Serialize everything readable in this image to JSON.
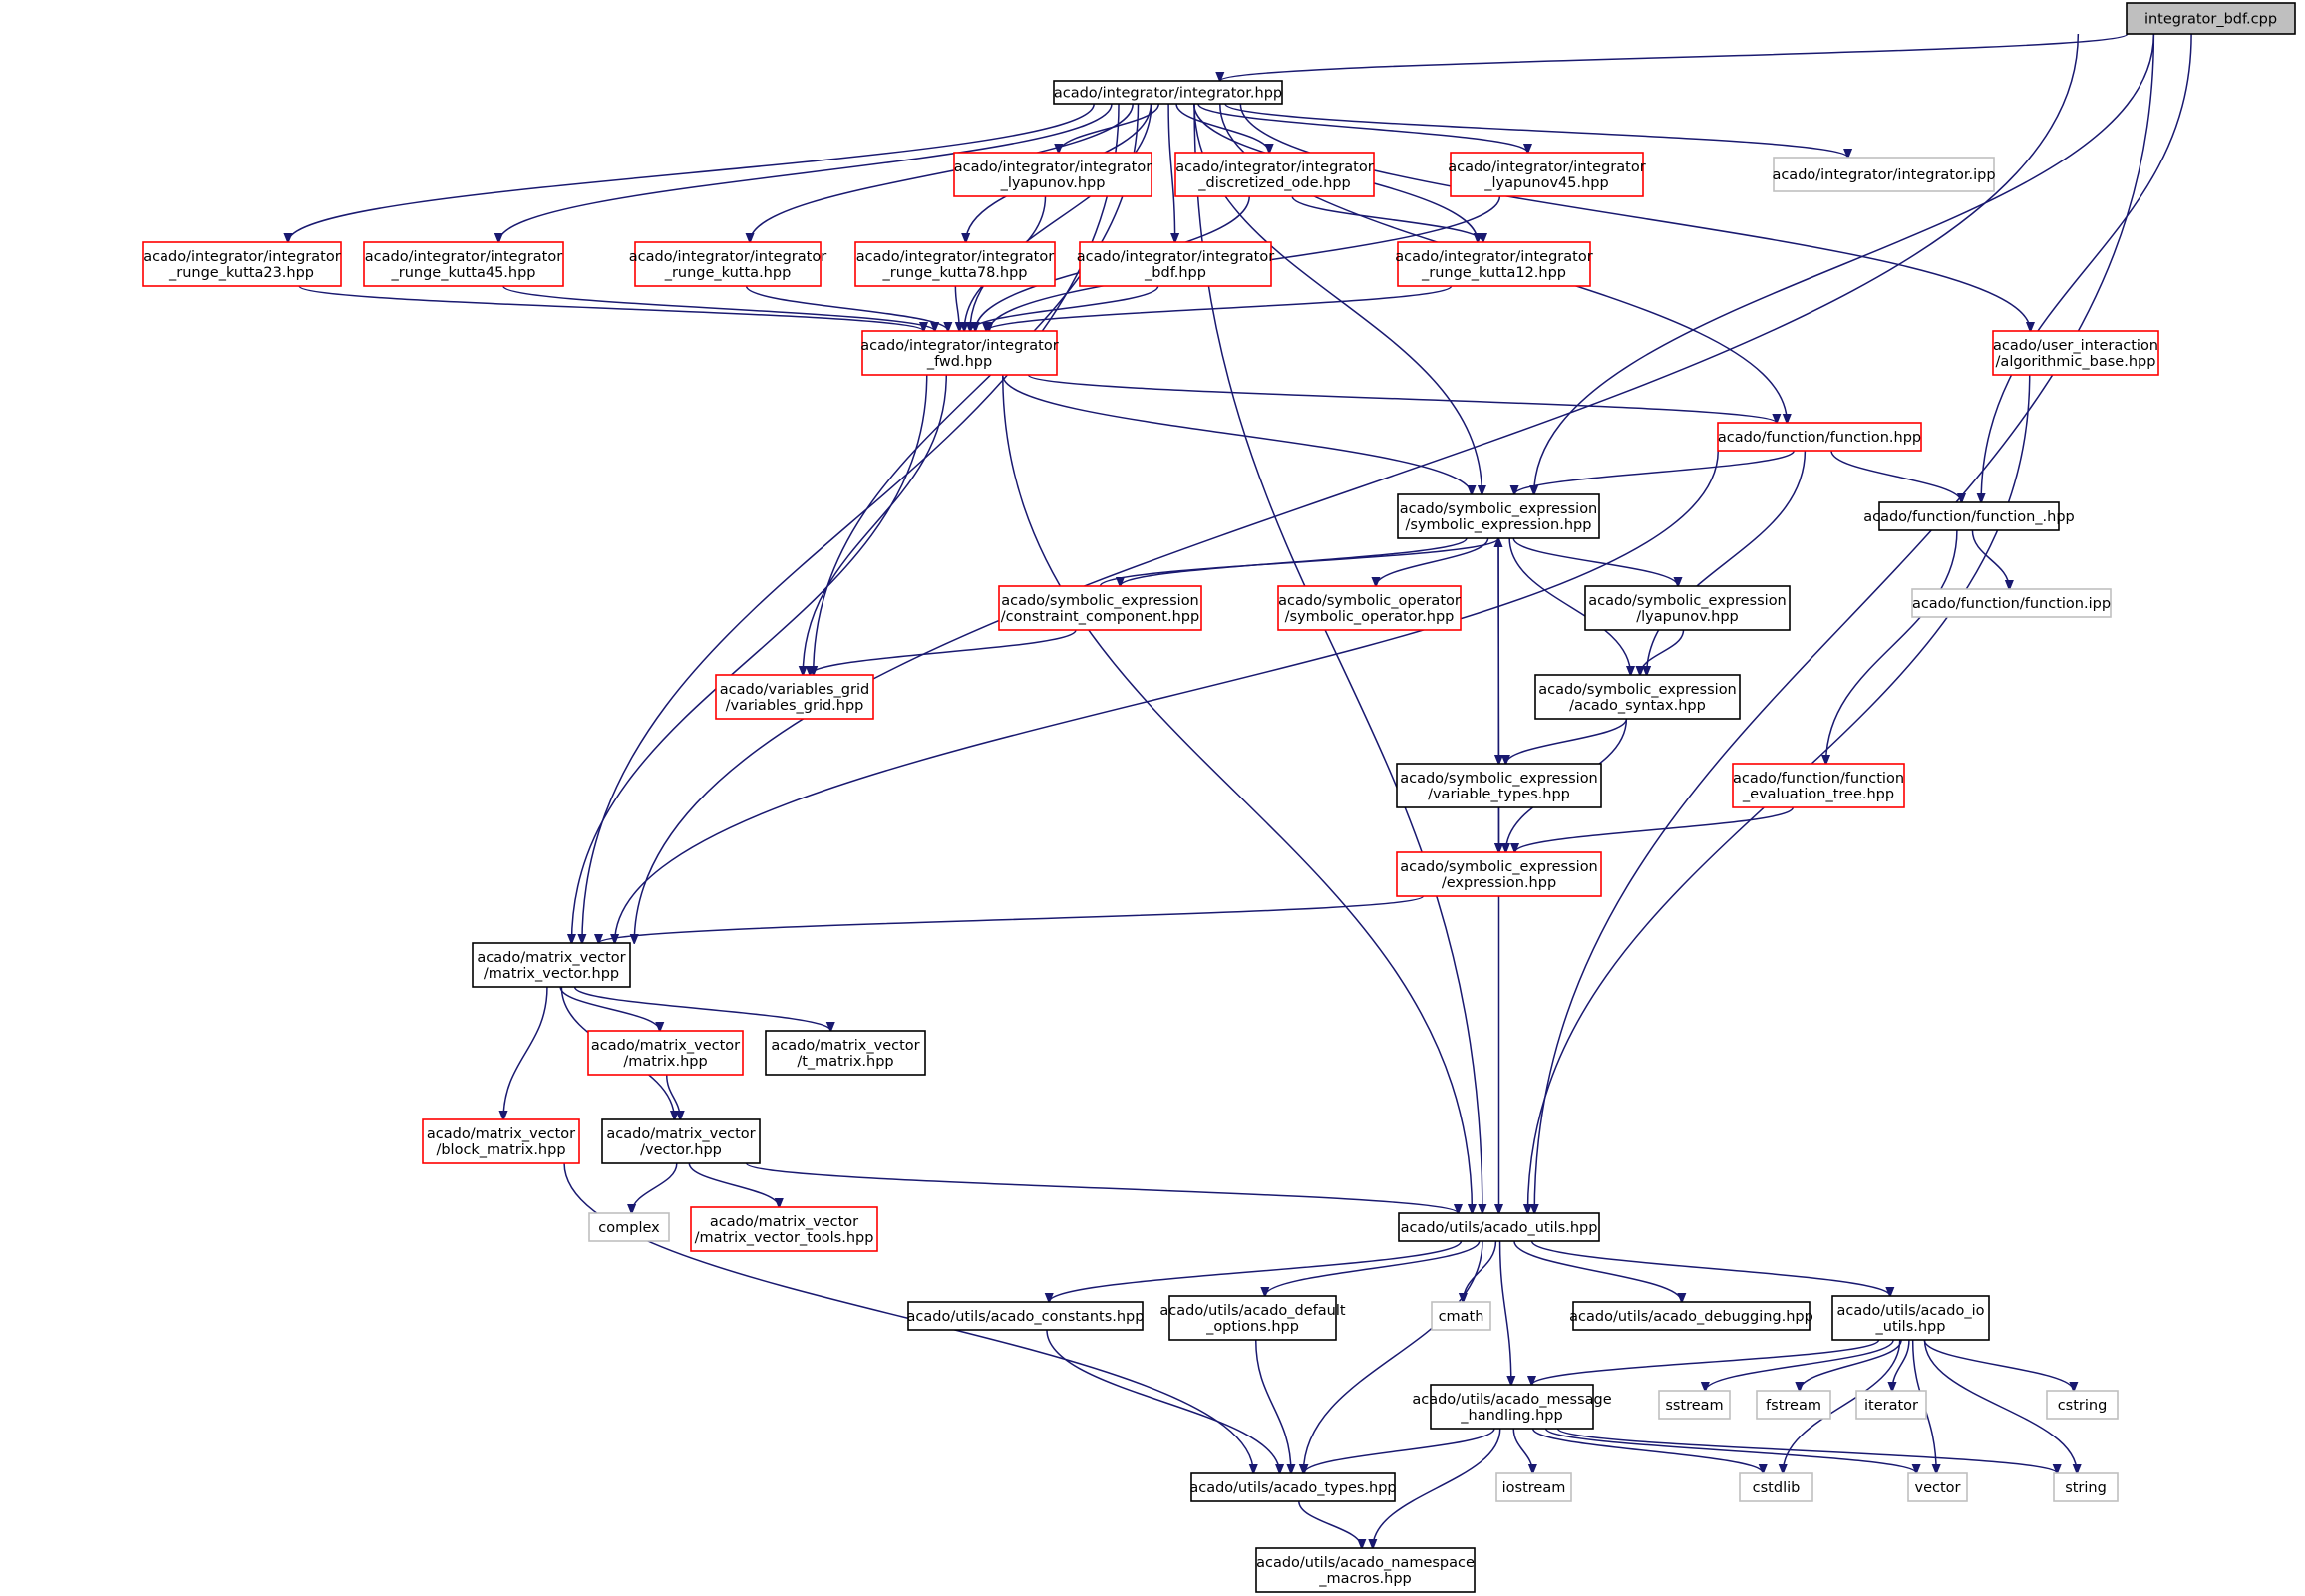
{
  "diagram": {
    "type": "include-dependency-graph",
    "colors": {
      "edge": "#191970",
      "border_default": "#000000",
      "border_incomplete": "#ff0000",
      "border_external": "#bfbfbf",
      "root_fill": "#bfbfbf"
    },
    "nodes": [
      {
        "id": "root",
        "lines": [
          "integrator_bdf.cpp"
        ],
        "style": "root"
      },
      {
        "id": "integ",
        "lines": [
          "acado/integrator/integrator.hpp"
        ],
        "style": "default"
      },
      {
        "id": "rk23",
        "lines": [
          "acado/integrator/integrator",
          "_runge_kutta23.hpp"
        ],
        "style": "incomplete"
      },
      {
        "id": "rk45",
        "lines": [
          "acado/integrator/integrator",
          "_runge_kutta45.hpp"
        ],
        "style": "incomplete"
      },
      {
        "id": "rk",
        "lines": [
          "acado/integrator/integrator",
          "_runge_kutta.hpp"
        ],
        "style": "incomplete"
      },
      {
        "id": "lyap",
        "lines": [
          "acado/integrator/integrator",
          "_lyapunov.hpp"
        ],
        "style": "incomplete"
      },
      {
        "id": "rk78",
        "lines": [
          "acado/integrator/integrator",
          "_runge_kutta78.hpp"
        ],
        "style": "incomplete"
      },
      {
        "id": "disc",
        "lines": [
          "acado/integrator/integrator",
          "_discretized_ode.hpp"
        ],
        "style": "incomplete"
      },
      {
        "id": "bdf",
        "lines": [
          "acado/integrator/integrator",
          "_bdf.hpp"
        ],
        "style": "incomplete"
      },
      {
        "id": "lyap45",
        "lines": [
          "acado/integrator/integrator",
          "_lyapunov45.hpp"
        ],
        "style": "incomplete"
      },
      {
        "id": "rk12",
        "lines": [
          "acado/integrator/integrator",
          "_runge_kutta12.hpp"
        ],
        "style": "incomplete"
      },
      {
        "id": "ipp",
        "lines": [
          "acado/integrator/integrator.ipp"
        ],
        "style": "external"
      },
      {
        "id": "ui",
        "lines": [
          "acado/user_interaction",
          "/algorithmic_base.hpp"
        ],
        "style": "incomplete"
      },
      {
        "id": "fwd",
        "lines": [
          "acado/integrator/integrator",
          "_fwd.hpp"
        ],
        "style": "incomplete"
      },
      {
        "id": "func",
        "lines": [
          "acado/function/function.hpp"
        ],
        "style": "incomplete"
      },
      {
        "id": "symexp",
        "lines": [
          "acado/symbolic_expression",
          "/symbolic_expression.hpp"
        ],
        "style": "default"
      },
      {
        "id": "func_",
        "lines": [
          "acado/function/function_.hpp"
        ],
        "style": "default"
      },
      {
        "id": "funcipp",
        "lines": [
          "acado/function/function.ipp"
        ],
        "style": "external"
      },
      {
        "id": "cc",
        "lines": [
          "acado/symbolic_expression",
          "/constraint_component.hpp"
        ],
        "style": "incomplete"
      },
      {
        "id": "symop",
        "lines": [
          "acado/symbolic_operator",
          "/symbolic_operator.hpp"
        ],
        "style": "incomplete"
      },
      {
        "id": "lyapunov",
        "lines": [
          "acado/symbolic_expression",
          "/lyapunov.hpp"
        ],
        "style": "default"
      },
      {
        "id": "vg",
        "lines": [
          "acado/variables_grid",
          "/variables_grid.hpp"
        ],
        "style": "incomplete"
      },
      {
        "id": "syntax",
        "lines": [
          "acado/symbolic_expression",
          "/acado_syntax.hpp"
        ],
        "style": "default"
      },
      {
        "id": "vt",
        "lines": [
          "acado/symbolic_expression",
          "/variable_types.hpp"
        ],
        "style": "default"
      },
      {
        "id": "fet",
        "lines": [
          "acado/function/function",
          "_evaluation_tree.hpp"
        ],
        "style": "incomplete"
      },
      {
        "id": "expr",
        "lines": [
          "acado/symbolic_expression",
          "/expression.hpp"
        ],
        "style": "incomplete"
      },
      {
        "id": "mv",
        "lines": [
          "acado/matrix_vector",
          "/matrix_vector.hpp"
        ],
        "style": "default"
      },
      {
        "id": "matrix",
        "lines": [
          "acado/matrix_vector",
          "/matrix.hpp"
        ],
        "style": "incomplete"
      },
      {
        "id": "tmatrix",
        "lines": [
          "acado/matrix_vector",
          "/t_matrix.hpp"
        ],
        "style": "default"
      },
      {
        "id": "block",
        "lines": [
          "acado/matrix_vector",
          "/block_matrix.hpp"
        ],
        "style": "incomplete"
      },
      {
        "id": "vector",
        "lines": [
          "acado/matrix_vector",
          "/vector.hpp"
        ],
        "style": "default"
      },
      {
        "id": "complex",
        "lines": [
          "complex"
        ],
        "style": "external"
      },
      {
        "id": "mvtools",
        "lines": [
          "acado/matrix_vector",
          "/matrix_vector_tools.hpp"
        ],
        "style": "incomplete"
      },
      {
        "id": "utils",
        "lines": [
          "acado/utils/acado_utils.hpp"
        ],
        "style": "default"
      },
      {
        "id": "consts",
        "lines": [
          "acado/utils/acado_constants.hpp"
        ],
        "style": "default"
      },
      {
        "id": "defopt",
        "lines": [
          "acado/utils/acado_default",
          "_options.hpp"
        ],
        "style": "default"
      },
      {
        "id": "cmath",
        "lines": [
          "cmath"
        ],
        "style": "external"
      },
      {
        "id": "debug",
        "lines": [
          "acado/utils/acado_debugging.hpp"
        ],
        "style": "default"
      },
      {
        "id": "io",
        "lines": [
          "acado/utils/acado_io",
          "_utils.hpp"
        ],
        "style": "default"
      },
      {
        "id": "msg",
        "lines": [
          "acado/utils/acado_message",
          "_handling.hpp"
        ],
        "style": "default"
      },
      {
        "id": "sstream",
        "lines": [
          "sstream"
        ],
        "style": "external"
      },
      {
        "id": "fstream",
        "lines": [
          "fstream"
        ],
        "style": "external"
      },
      {
        "id": "iterator",
        "lines": [
          "iterator"
        ],
        "style": "external"
      },
      {
        "id": "cstring",
        "lines": [
          "cstring"
        ],
        "style": "external"
      },
      {
        "id": "types",
        "lines": [
          "acado/utils/acado_types.hpp"
        ],
        "style": "default"
      },
      {
        "id": "iostream",
        "lines": [
          "iostream"
        ],
        "style": "external"
      },
      {
        "id": "cstdlib",
        "lines": [
          "cstdlib"
        ],
        "style": "external"
      },
      {
        "id": "vectorstd",
        "lines": [
          "vector"
        ],
        "style": "external"
      },
      {
        "id": "string",
        "lines": [
          "string"
        ],
        "style": "external"
      },
      {
        "id": "ns",
        "lines": [
          "acado/utils/acado_namespace",
          "_macros.hpp"
        ],
        "style": "default"
      }
    ],
    "edges": [
      [
        "root",
        "integ"
      ],
      [
        "root",
        "mv"
      ],
      [
        "root",
        "utils"
      ],
      [
        "root",
        "symexp"
      ],
      [
        "root",
        "func_"
      ],
      [
        "integ",
        "rk23"
      ],
      [
        "integ",
        "rk45"
      ],
      [
        "integ",
        "rk"
      ],
      [
        "integ",
        "lyap"
      ],
      [
        "integ",
        "rk78"
      ],
      [
        "integ",
        "disc"
      ],
      [
        "integ",
        "bdf"
      ],
      [
        "integ",
        "lyap45"
      ],
      [
        "integ",
        "rk12"
      ],
      [
        "integ",
        "ipp"
      ],
      [
        "integ",
        "ui"
      ],
      [
        "integ",
        "fwd"
      ],
      [
        "integ",
        "func"
      ],
      [
        "integ",
        "symexp"
      ],
      [
        "integ",
        "vg"
      ],
      [
        "integ",
        "mv"
      ],
      [
        "integ",
        "utils"
      ],
      [
        "rk23",
        "fwd"
      ],
      [
        "rk45",
        "fwd"
      ],
      [
        "rk",
        "fwd"
      ],
      [
        "lyap",
        "fwd"
      ],
      [
        "rk78",
        "fwd"
      ],
      [
        "disc",
        "fwd"
      ],
      [
        "disc",
        "rk12"
      ],
      [
        "bdf",
        "fwd"
      ],
      [
        "lyap45",
        "fwd"
      ],
      [
        "rk12",
        "fwd"
      ],
      [
        "ui",
        "utils"
      ],
      [
        "fwd",
        "func"
      ],
      [
        "fwd",
        "symexp"
      ],
      [
        "fwd",
        "vg"
      ],
      [
        "fwd",
        "mv"
      ],
      [
        "fwd",
        "utils"
      ],
      [
        "func",
        "symexp"
      ],
      [
        "func",
        "func_"
      ],
      [
        "func",
        "syntax"
      ],
      [
        "func",
        "mv"
      ],
      [
        "func_",
        "funcipp"
      ],
      [
        "func_",
        "fet"
      ],
      [
        "symexp",
        "cc"
      ],
      [
        "symexp",
        "symop"
      ],
      [
        "symexp",
        "lyapunov"
      ],
      [
        "symexp",
        "syntax"
      ],
      [
        "symexp",
        "vt"
      ],
      [
        "symexp",
        "expr"
      ],
      [
        "cc",
        "symexp"
      ],
      [
        "cc",
        "vg"
      ],
      [
        "lyapunov",
        "syntax"
      ],
      [
        "syntax",
        "vt"
      ],
      [
        "syntax",
        "expr"
      ],
      [
        "vt",
        "expr"
      ],
      [
        "fet",
        "expr"
      ],
      [
        "expr",
        "mv"
      ],
      [
        "expr",
        "utils"
      ],
      [
        "mv",
        "matrix"
      ],
      [
        "mv",
        "tmatrix"
      ],
      [
        "mv",
        "block"
      ],
      [
        "mv",
        "vector"
      ],
      [
        "matrix",
        "vector"
      ],
      [
        "block",
        "types"
      ],
      [
        "vector",
        "complex"
      ],
      [
        "vector",
        "mvtools"
      ],
      [
        "vector",
        "utils"
      ],
      [
        "utils",
        "consts"
      ],
      [
        "utils",
        "defopt"
      ],
      [
        "utils",
        "cmath"
      ],
      [
        "utils",
        "debug"
      ],
      [
        "utils",
        "io"
      ],
      [
        "utils",
        "msg"
      ],
      [
        "utils",
        "types"
      ],
      [
        "consts",
        "types"
      ],
      [
        "defopt",
        "types"
      ],
      [
        "io",
        "msg"
      ],
      [
        "io",
        "sstream"
      ],
      [
        "io",
        "fstream"
      ],
      [
        "io",
        "iterator"
      ],
      [
        "io",
        "cstring"
      ],
      [
        "io",
        "cstdlib"
      ],
      [
        "io",
        "vectorstd"
      ],
      [
        "io",
        "string"
      ],
      [
        "msg",
        "types"
      ],
      [
        "msg",
        "iostream"
      ],
      [
        "msg",
        "cstdlib"
      ],
      [
        "msg",
        "vectorstd"
      ],
      [
        "msg",
        "string"
      ],
      [
        "msg",
        "ns"
      ],
      [
        "types",
        "ns"
      ]
    ]
  }
}
